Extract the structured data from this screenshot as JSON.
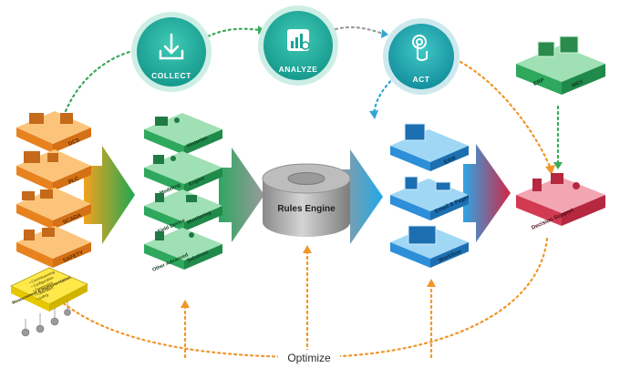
{
  "cycle": {
    "collect": "COLLECT",
    "analyze": "ANALYZE",
    "act": "ACT"
  },
  "left_stack": {
    "tiers": [
      "DCS",
      "PLC",
      "SCADA",
      "SAFETY"
    ],
    "note_items": [
      "• Commissioning",
      "• Configuration",
      "• Diagnostics",
      "• Calibration",
      "• Safety"
    ],
    "note_title": "Measurement & Instrumentation"
  },
  "middle_stack": {
    "tier1": [
      "Historian"
    ],
    "tier2": [
      "Modeling",
      "Engine"
    ],
    "tier3": [
      "Field Device",
      "Monitoring"
    ],
    "tier4": [
      "Other Advanced",
      "Solutions"
    ]
  },
  "rules_engine": "Rules Engine",
  "act_stack": {
    "tiers": [
      "EAM",
      "Email & Pager",
      "Workflow"
    ]
  },
  "erp_mes": {
    "erp": "ERP",
    "mes": "MES"
  },
  "decision_support": "Decision Support",
  "optimize": "Optimize",
  "colors": {
    "orange": "#f39a2c",
    "green": "#2aa55b",
    "teal": "#1db3a5",
    "blue": "#2c8fd8",
    "red": "#d53a51",
    "gray": "#8f8f8f",
    "dotted_orange": "#f0962a",
    "dotted_green": "#3aa85a",
    "dotted_blue": "#32a5d6"
  }
}
